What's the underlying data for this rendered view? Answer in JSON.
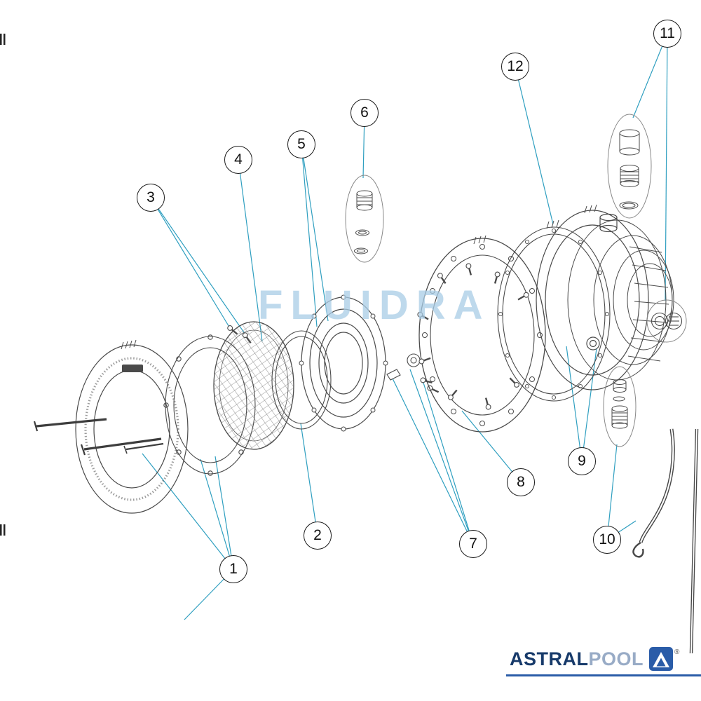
{
  "watermark": {
    "text": "FLUIDRA"
  },
  "callouts": [
    {
      "id": 1,
      "label": "1"
    },
    {
      "id": 2,
      "label": "2"
    },
    {
      "id": 3,
      "label": "3"
    },
    {
      "id": 4,
      "label": "4"
    },
    {
      "id": 5,
      "label": "5"
    },
    {
      "id": 6,
      "label": "6"
    },
    {
      "id": 7,
      "label": "7"
    },
    {
      "id": 8,
      "label": "8"
    },
    {
      "id": 9,
      "label": "9"
    },
    {
      "id": 10,
      "label": "10"
    },
    {
      "id": 11,
      "label": "11"
    },
    {
      "id": 12,
      "label": "12"
    }
  ],
  "brand": {
    "bold": "ASTRAL",
    "light": "POOL",
    "registered": "®"
  },
  "colors": {
    "leader_line": "#2f9fc0",
    "drawing_line": "#4a4a4a",
    "watermark": "#a9cde6",
    "brand_navy": "#173a6a",
    "brand_gray": "#98abc6",
    "brand_blue": "#2a5ca8"
  },
  "icons": {
    "brand_mark": "astralpool-triangle-logo"
  }
}
